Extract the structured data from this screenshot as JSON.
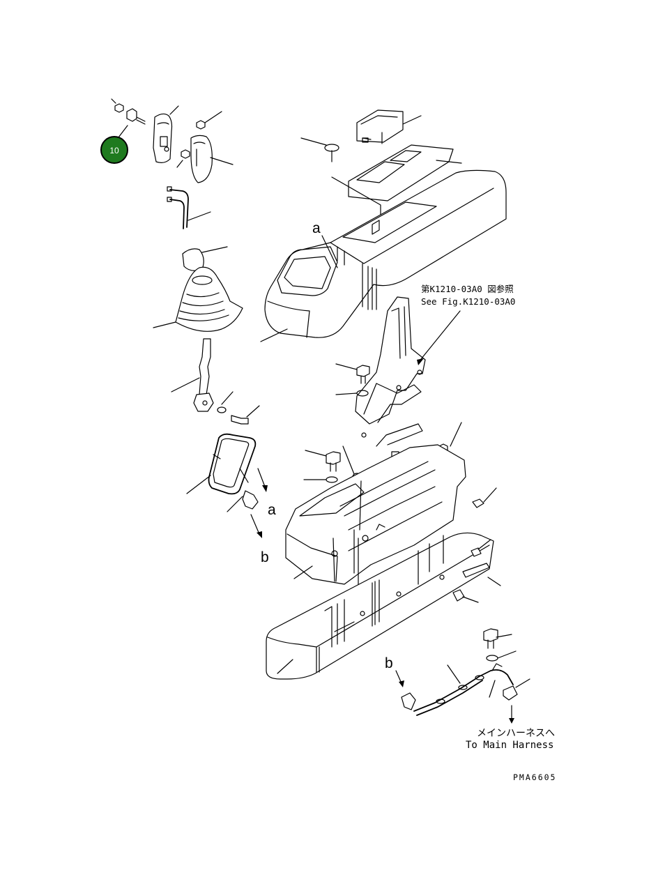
{
  "callout": {
    "number": "10",
    "color": "#1f7a1f"
  },
  "labels": {
    "a_top": "a",
    "a_lever": "a",
    "b_lever": "b",
    "b_harness": "b"
  },
  "reference": {
    "jp": "第K1210-03A0 図参照",
    "en": "See Fig.K1210-03A0"
  },
  "harness": {
    "jp": "メインハーネスへ",
    "en": "To Main Harness"
  },
  "drawing_code": "PMA6605"
}
